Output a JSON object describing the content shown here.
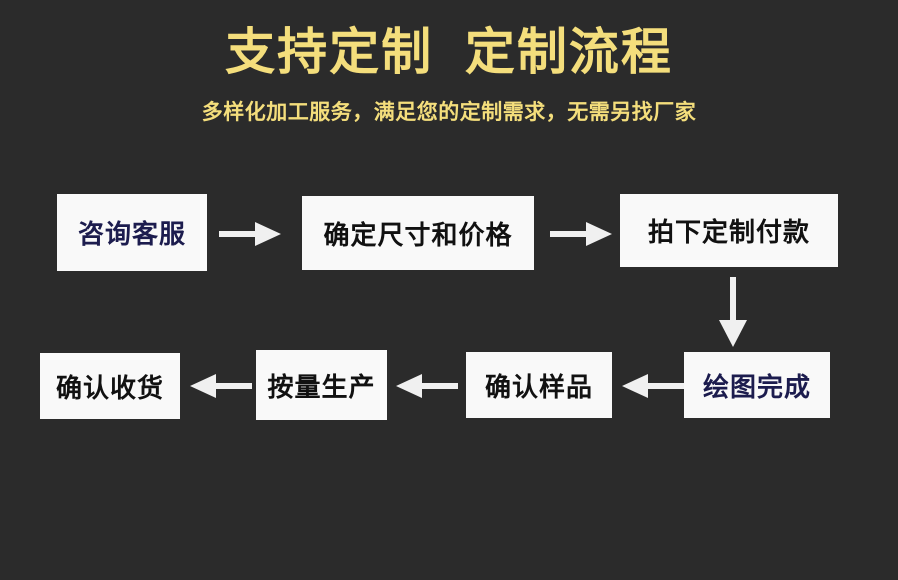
{
  "page": {
    "background_color": "#2b2b2b",
    "accent_color": "#f4de7c",
    "box_background": "#f9f9f9",
    "box_text_color": "#111111",
    "box_text_color_alt": "#1c1c4e",
    "arrow_color": "#f0f0f0"
  },
  "heading": {
    "title": "支持定制  定制流程",
    "subtitle": "多样化加工服务，满足您的定制需求，无需另找厂家"
  },
  "flow": {
    "steps": [
      {
        "id": "consult",
        "label": "咨询客服",
        "order": 1,
        "row": "top",
        "text_color": "#1c1c4e"
      },
      {
        "id": "size-price",
        "label": "确定尺寸和价格",
        "order": 2,
        "row": "top",
        "text_color": "#111111"
      },
      {
        "id": "payment",
        "label": "拍下定制付款",
        "order": 3,
        "row": "top",
        "text_color": "#111111"
      },
      {
        "id": "drawing",
        "label": "绘图完成",
        "order": 4,
        "row": "bottom",
        "text_color": "#1c1c4e"
      },
      {
        "id": "sample",
        "label": "确认样品",
        "order": 5,
        "row": "bottom",
        "text_color": "#111111"
      },
      {
        "id": "production",
        "label": "按量生产",
        "order": 6,
        "row": "bottom",
        "text_color": "#111111"
      },
      {
        "id": "receipt",
        "label": "确认收货",
        "order": 7,
        "row": "bottom",
        "text_color": "#111111"
      }
    ],
    "connectors": [
      {
        "id": "arrow-1",
        "direction": "right",
        "from": "consult",
        "to": "size-price"
      },
      {
        "id": "arrow-2",
        "direction": "right",
        "from": "size-price",
        "to": "payment"
      },
      {
        "id": "arrow-down",
        "direction": "down",
        "from": "payment",
        "to": "drawing"
      },
      {
        "id": "arrow-3",
        "direction": "left",
        "from": "drawing",
        "to": "sample"
      },
      {
        "id": "arrow-4",
        "direction": "left",
        "from": "sample",
        "to": "production"
      },
      {
        "id": "arrow-5",
        "direction": "left",
        "from": "production",
        "to": "receipt"
      }
    ]
  }
}
